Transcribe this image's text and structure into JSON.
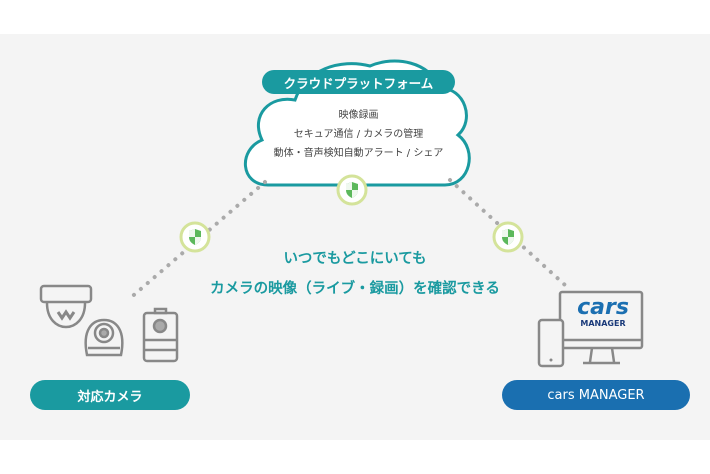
{
  "cloud": {
    "title": "クラウドプラットフォーム",
    "features": [
      "映像録画",
      "セキュア通信 / カメラの管理",
      "動体・音声検知自動アラート / シェア"
    ]
  },
  "message": {
    "line1": "いつでもどこにいても",
    "line2": "カメラの映像（ライブ・録画）を確認できる"
  },
  "left": {
    "label": "対応カメラ"
  },
  "right": {
    "label": "cars MANAGER",
    "logo_main": "cars",
    "logo_sub": "MANAGER"
  },
  "colors": {
    "teal": "#1a9aa0",
    "blue": "#1a6fb0",
    "shield_green": "#5cb85c"
  }
}
